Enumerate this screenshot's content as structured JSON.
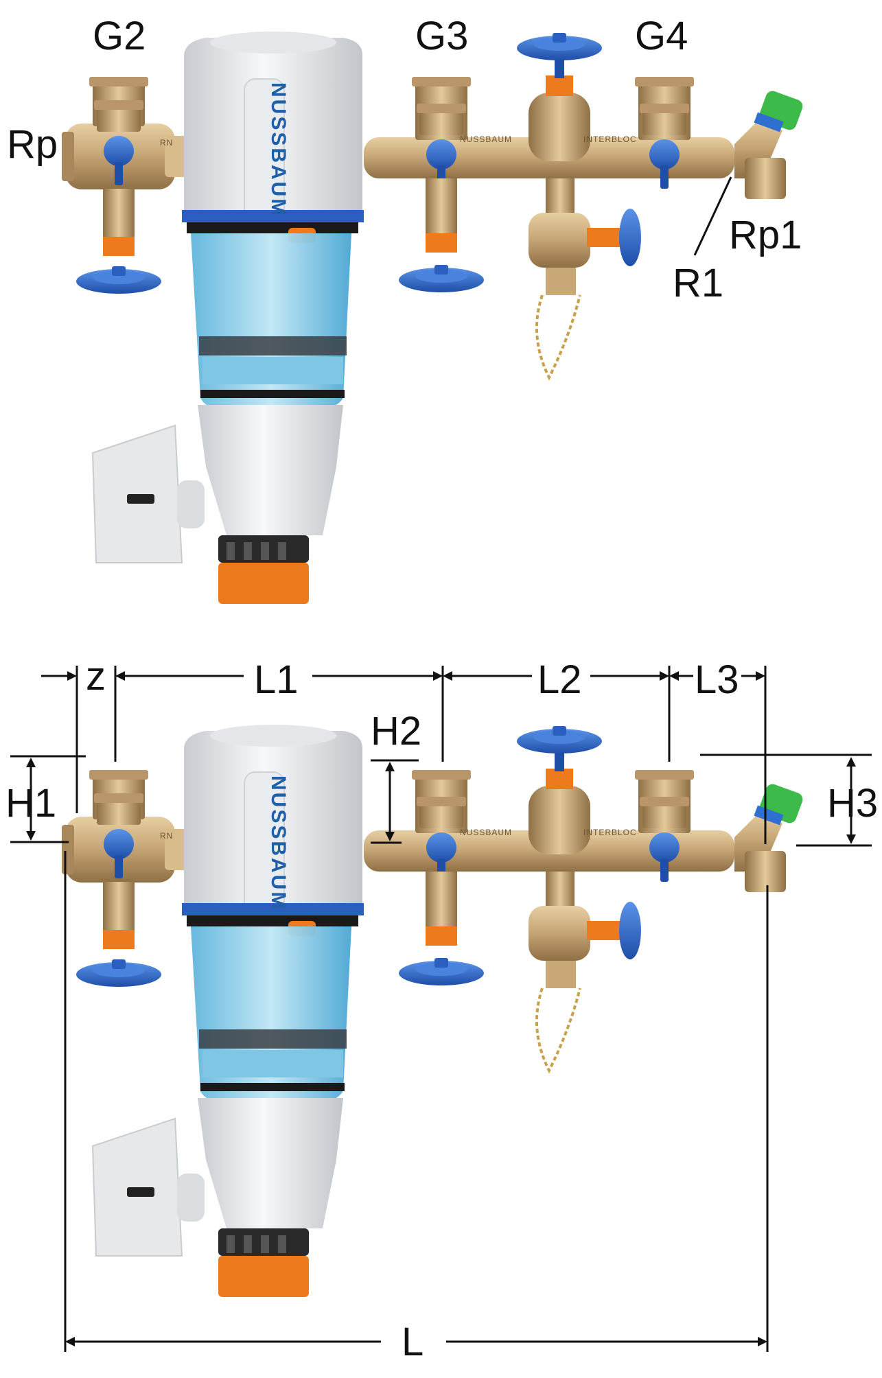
{
  "figure": {
    "top_labels": {
      "g2": "G2",
      "g3": "G3",
      "g4": "G4",
      "rp": "Rp",
      "rp1": "Rp1",
      "r1": "R1"
    },
    "dimension_labels": {
      "z": "z",
      "l1": "L1",
      "l2": "L2",
      "l3": "L3",
      "h1": "H1",
      "h2": "H2",
      "h3": "H3",
      "l": "L"
    },
    "product": {
      "brand": "NUSSBAUM",
      "manifold_text_1": "NUSSBAUM",
      "manifold_text_2": "INTERBLOC",
      "valve_badge": "RN"
    },
    "colors": {
      "brass": "#c9a878",
      "brass_dark": "#9a7a4e",
      "valve_blue": "#2f6fd0",
      "orange": "#ee7a1e",
      "filter_white": "#eef0f2",
      "bowl_blue": "#8fd1ea",
      "green_cap": "#3dbb4a"
    }
  }
}
